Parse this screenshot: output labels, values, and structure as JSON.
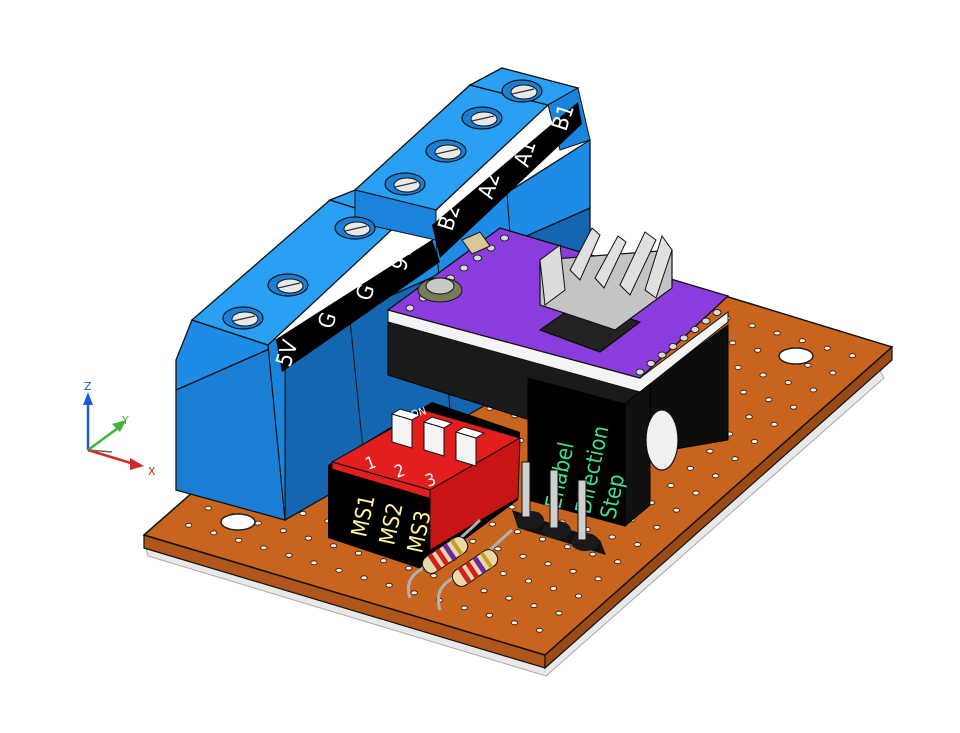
{
  "terminal_labels": [
    "5V",
    "G",
    "G",
    "9V",
    "B2",
    "A2",
    "A1",
    "B1"
  ],
  "dip_switch": {
    "numbers": [
      "1",
      "2",
      "3"
    ],
    "labels": [
      "MS1",
      "MS2",
      "MS3"
    ],
    "tiny_text": "ON"
  },
  "header_labels": [
    "Enabel",
    "Direction",
    "Step"
  ],
  "axes": {
    "x": "X",
    "y": "Y",
    "z": "Z"
  },
  "colors": {
    "board": "#c8641e",
    "terminal": "#1e8ce6",
    "driver_pcb": "#8a3cdc",
    "dip_body": "#e21e1e",
    "label_black": "#000000",
    "label_text_yellow": "#fff59a",
    "label_text_green": "#3ce08c"
  }
}
